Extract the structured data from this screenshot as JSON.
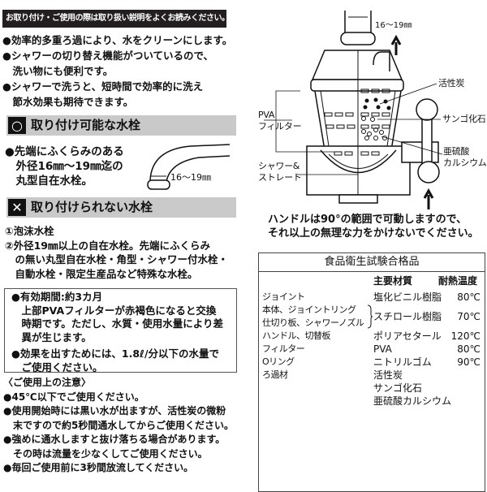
{
  "header": {
    "notice": "お取り付け・ご使用の際は取り扱い説明をよくお読みください。"
  },
  "features": [
    "●効率的多重ろ過により、水をクリーンにします。",
    "●シャワーの切り替え機能がついているので、",
    "　洗い物にも便利です。",
    "●シャワーで洗うと、短時間で効率的に洗え",
    "　節水効果も期待できます。"
  ],
  "compatible": {
    "icon": "circle-icon",
    "title": "取り付け可能な水栓",
    "lines": [
      "●先端にふくらみのある",
      "　外径16㎜～19㎜迄の",
      "　丸型自在水栓。"
    ],
    "dimension": "16～19㎜"
  },
  "incompatible": {
    "icon": "cross-icon",
    "title": "取り付けられない水栓",
    "lines": [
      "①泡沫水栓",
      "②外径19㎜以上の自在水栓。先端にふくらみ",
      "　の無い丸型自在水栓・角型・シャワー付水栓・",
      "　自動水栓・限定生産品など特殊な水栓。"
    ]
  },
  "validity": [
    "●有効期間:約3カ月",
    "　上部PVAフィルターが赤褐色になると交換",
    "　時期です。ただし、水質・使用水量により差",
    "　異が生じます。",
    "●効果を出すためには、1.8ℓ/分以下の水量で",
    "　ご使用ください。"
  ],
  "cautions": {
    "title": "〈ご使用上の注意〉",
    "lines": [
      "●45℃以下でご使用ください。",
      "●使用開始時には黒い水が出ますが、活性炭の微粉",
      "　末ですので約5秒間通水してからご使用ください。",
      "●強めに通水しますと抜け落ちる場合があります。",
      "　その時は流量を少なくしてご使用ください。",
      "●毎回ご使用前に3秒間放流してください。"
    ]
  },
  "diagram": {
    "dimension": "16～19㎜",
    "labels": {
      "carbon": "活性炭",
      "coral": "サンゴ化石",
      "sulfite1": "亜硫酸",
      "sulfite2": "カルシウム",
      "pva1": "PVA",
      "pva2": "フィルター",
      "shower1": "シャワー&",
      "shower2": "ストレート"
    },
    "caption": [
      "ハンドルは90°の範囲で可動しますので、",
      "それ以上の無理な力をかけないでください。"
    ]
  },
  "materials": {
    "title": "食品衛生試験合格品",
    "col_material": "主要材質",
    "col_heat": "耐熱温度",
    "parts": [
      "ジョイント",
      "本体、ジョイントリング",
      "仕切り板、シャワーノズル",
      "ハンドル、切替板",
      "フィルター",
      "Oリング",
      "ろ過材"
    ],
    "rows": [
      {
        "material": "塩化ビニル樹脂",
        "heat": "80℃"
      },
      {
        "material": "スチロール樹脂",
        "heat": "70℃"
      },
      {
        "material": "ポリアセタール",
        "heat": "120℃"
      },
      {
        "material": "PVA",
        "heat": "80℃"
      },
      {
        "material": "ニトリルゴム",
        "heat": "90℃"
      },
      {
        "material": "活性炭",
        "heat": ""
      },
      {
        "material": "サンゴ化石",
        "heat": ""
      },
      {
        "material": "亜硫酸カルシウム",
        "heat": ""
      }
    ]
  }
}
